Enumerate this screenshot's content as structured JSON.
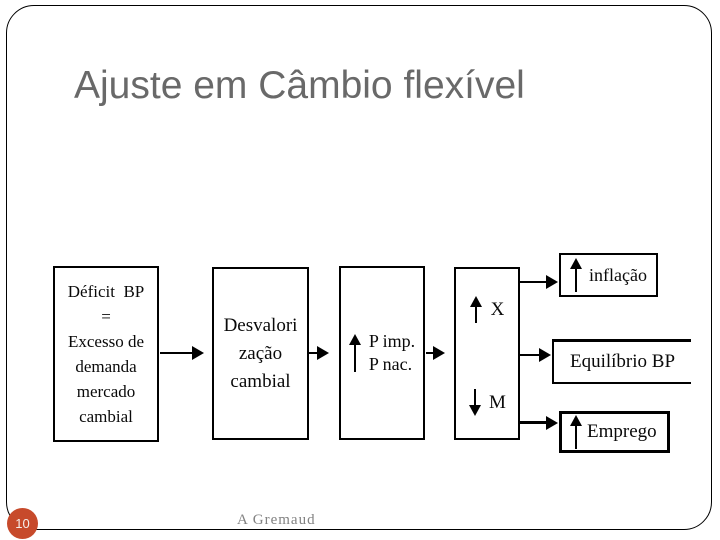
{
  "slide": {
    "title": "Ajuste em Câmbio flexível",
    "page_number": "10",
    "footer": "A Gremaud"
  },
  "colors": {
    "title_text": "#696969",
    "diagram_line": "#000000",
    "page_badge_background": "#c74a2b",
    "page_badge_text": "#f5efec",
    "footer_text": "#828282",
    "background": "#ffffff"
  },
  "icons": {
    "up_arrow": "▲",
    "down_arrow": "▼",
    "right_arrow": "►"
  },
  "flowchart": {
    "box_deficit": {
      "lines": [
        "Déficit  BP",
        "=",
        "Excesso de",
        "demanda",
        "mercado",
        "cambial"
      ]
    },
    "box_desvalorizacao": {
      "lines": [
        "Desvalori",
        "zação",
        "cambial"
      ]
    },
    "box_precos": {
      "arrow": "up",
      "lines": [
        "P imp.",
        "P nac."
      ]
    },
    "box_xm": {
      "items": [
        {
          "arrow": "up",
          "label": "X"
        },
        {
          "arrow": "down",
          "label": "M"
        }
      ]
    },
    "outcomes": [
      {
        "arrow": "up",
        "label": "inflação"
      },
      {
        "arrow": "none",
        "label": "Equilíbrio BP"
      },
      {
        "arrow": "up",
        "label": "Emprego"
      }
    ]
  }
}
